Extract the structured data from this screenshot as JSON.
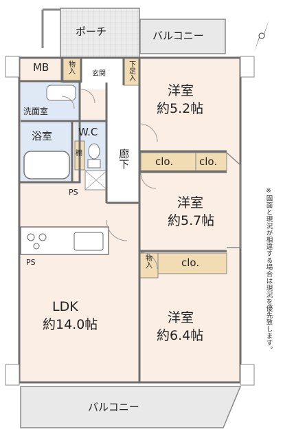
{
  "rooms": {
    "porch": "ポーチ",
    "balcony_top": "バルコニー",
    "balcony_bottom": "バルコニー",
    "mb": "MB",
    "storage_entrance": "物入",
    "entrance": "玄関",
    "shoe_box": "下足入",
    "washroom": "洗面室",
    "bath": "浴室",
    "wc": "W.C",
    "shelf": "棚",
    "hallway": "廊下",
    "ps1": "PS",
    "ps2": "PS",
    "ldk_name": "LDK",
    "ldk_size": "約14.0帖",
    "room1_name": "洋室",
    "room1_size": "約5.2帖",
    "room2_name": "洋室",
    "room2_size": "約5.7帖",
    "room3_name": "洋室",
    "room3_size": "約6.4帖",
    "clo1": "clo.",
    "clo2": "clo.",
    "clo3": "clo.",
    "storage_room3": "物入"
  },
  "note": "※図面と現況が相違する場合は現況を優先致します。",
  "colors": {
    "floor": "#fbeee4",
    "wet": "#dfe9f5",
    "wall": "#6e6e6e",
    "closet": "#f2dcb3",
    "balcony": "#e9e9e9",
    "porch": "#e6e6e6",
    "hall": "#ffffff"
  }
}
